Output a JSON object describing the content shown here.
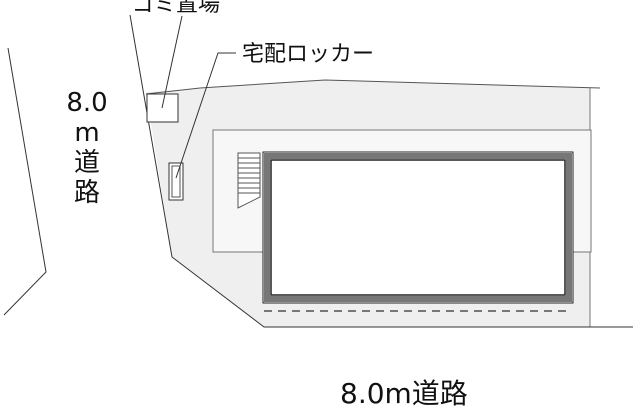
{
  "labels": {
    "garbage": "ゴミ置場",
    "locker": "宅配ロッカー",
    "left_road": [
      "8.0",
      "m",
      "道",
      "路"
    ],
    "bottom_road": "8.0m道路"
  },
  "colors": {
    "site": "#efefef",
    "building_wall": "#777777",
    "line": "#333333"
  }
}
